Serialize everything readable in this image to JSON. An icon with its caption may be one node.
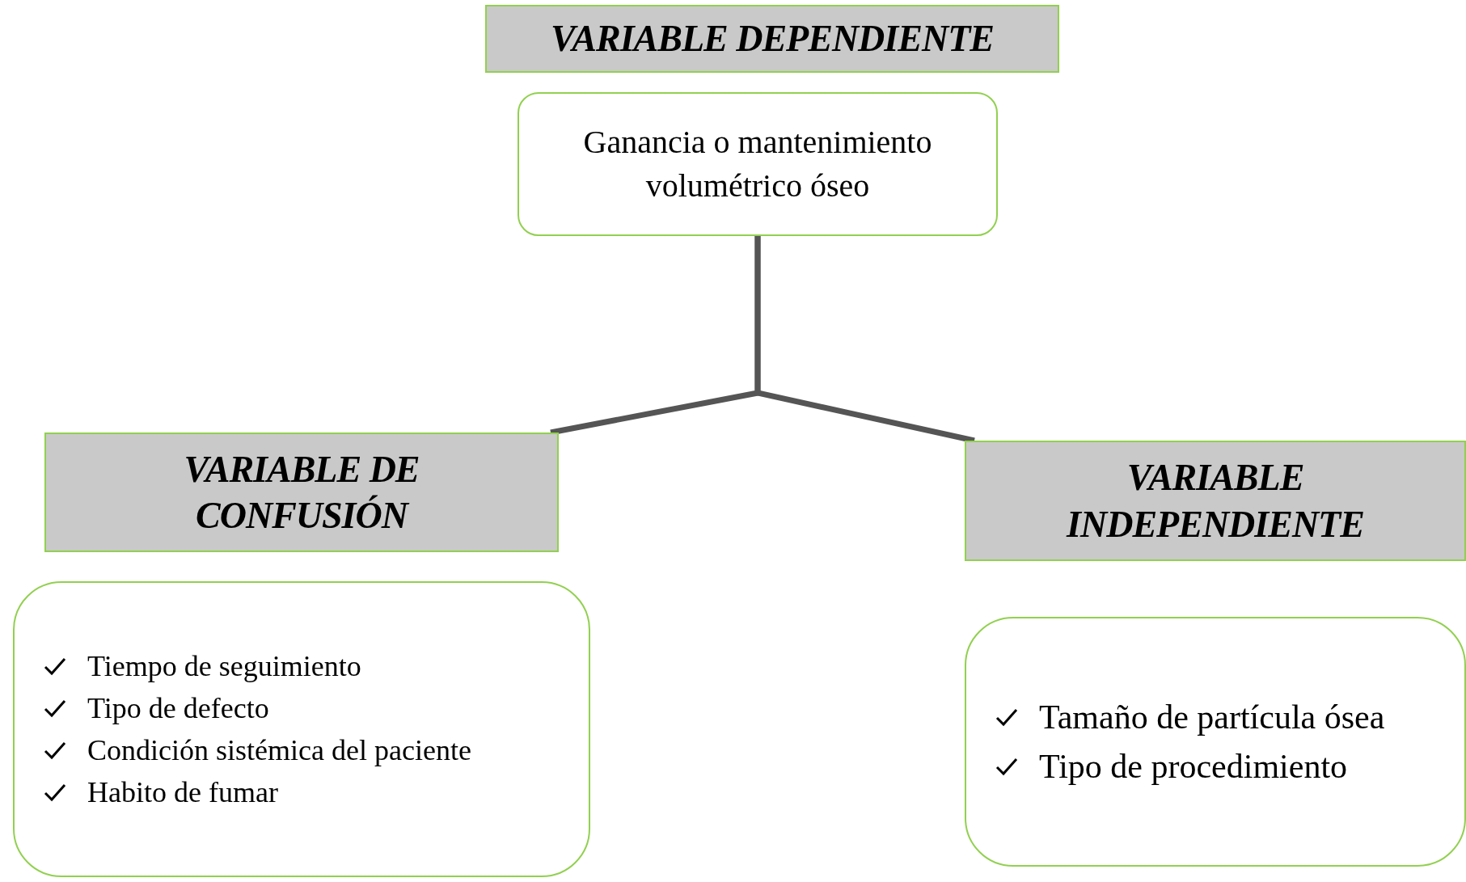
{
  "diagram": {
    "nodes": [
      {
        "text": [
          "VARIABLE DEPENDIENTE"
        ]
      },
      {
        "text": [
          "Ganancia o mantenimiento volumétrico óseo"
        ]
      },
      {
        "text": [
          "VARIABLE DE CONFUSIÓN"
        ]
      },
      {
        "text": [
          "Tiempo de seguimiento",
          "Tipo de defecto",
          "Condición sistémica del paciente",
          "Habito de fumar"
        ]
      },
      {
        "text": [
          "VARIABLE INDEPENDIENTE"
        ]
      },
      {
        "text": [
          "Tamaño de partícula ósea",
          "Tipo de procedimiento"
        ]
      }
    ],
    "edges": [
      {
        "from": 1,
        "to": 2,
        "arrow": "none"
      },
      {
        "from": 1,
        "to": 4,
        "arrow": "none"
      }
    ]
  }
}
